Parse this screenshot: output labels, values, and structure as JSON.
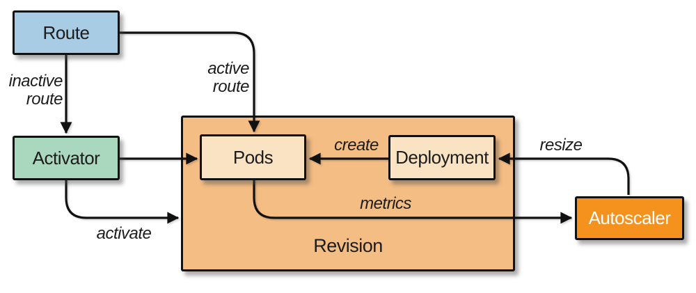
{
  "diagram": {
    "nodes": {
      "route": {
        "label": "Route",
        "fill": "#a9cce5"
      },
      "activator": {
        "label": "Activator",
        "fill": "#aad8be"
      },
      "revision": {
        "label": "Revision",
        "fill": "#f3bd84"
      },
      "pods": {
        "label": "Pods",
        "fill": "#fae3c3"
      },
      "deployment": {
        "label": "Deployment",
        "fill": "#fae3c3"
      },
      "autoscaler": {
        "label": "Autoscaler",
        "fill": "#f5911d",
        "text_color": "#ffffff"
      }
    },
    "edges": {
      "inactive_route": {
        "line1": "inactive",
        "line2": "route"
      },
      "active_route": {
        "line1": "active",
        "line2": "route"
      },
      "activate": {
        "label": "activate"
      },
      "create": {
        "label": "create"
      },
      "metrics": {
        "label": "metrics"
      },
      "resize": {
        "label": "resize"
      }
    },
    "colors": {
      "line": "#111111",
      "text": "#1c1c1c",
      "background": "#ffffff"
    }
  }
}
